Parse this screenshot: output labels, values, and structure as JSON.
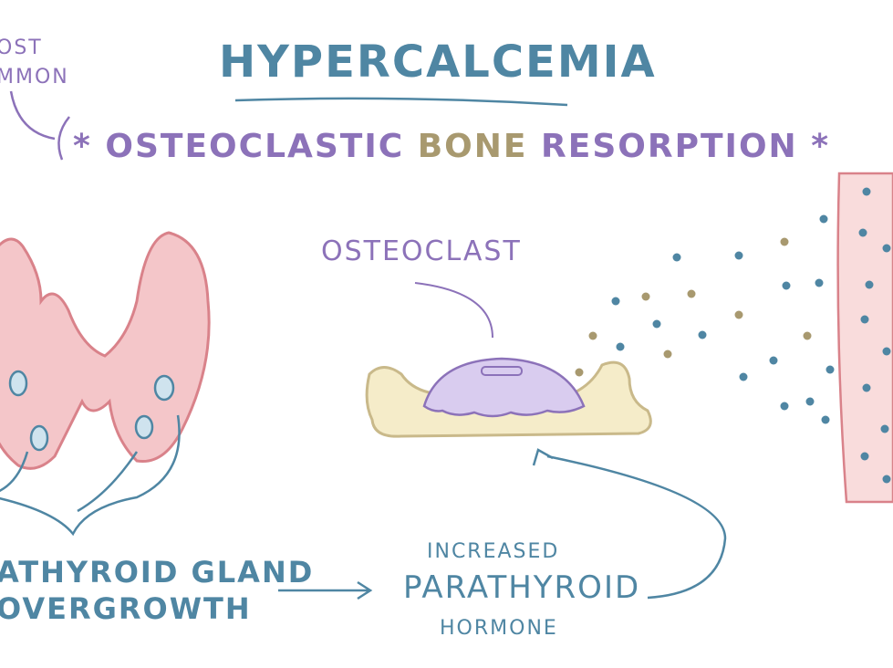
{
  "colors": {
    "blue": "#4f86a3",
    "purple": "#8c72b9",
    "tan": "#a8996f",
    "pink": "#f4c6c9",
    "pinkEdge": "#d9828a",
    "bone": "#f5ecc9",
    "boneEdge": "#c9b98a",
    "cell": "#d9ccef"
  },
  "note": {
    "line1": "OST",
    "line2": "MMON"
  },
  "title": "HYPERCALCEMIA",
  "subtitle": {
    "star_left": "*",
    "part1": "OSTEOCLASTIC",
    "part2": "BONE",
    "part3": "RESORPTION",
    "star_right": "*"
  },
  "osteoclast_label": "OSTEOCLAST",
  "gland_label": {
    "line1": "ATHYROID GLAND",
    "line2": "OVERGROWTH"
  },
  "hormone_label": {
    "line1": "INCREASED",
    "line2": "PARATHYROID",
    "line3": "HORMONE"
  }
}
